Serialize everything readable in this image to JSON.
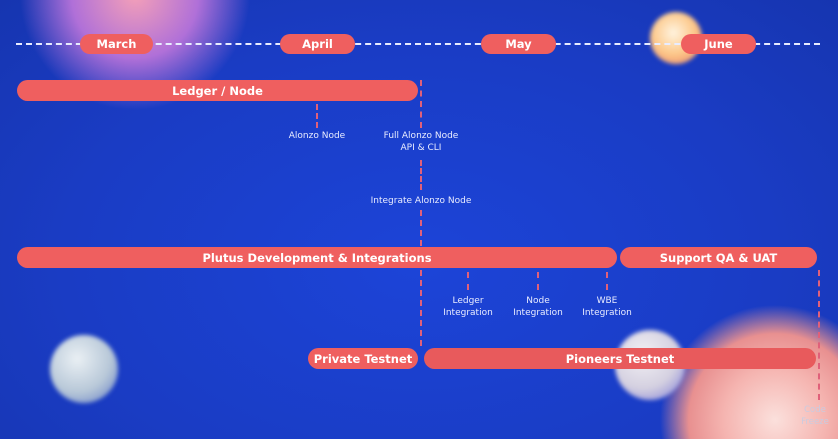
{
  "months": [
    "March",
    "April",
    "May",
    "June"
  ],
  "bars": {
    "ledger_node": "Ledger / Node",
    "plutus": "Plutus Development & Integrations",
    "support": "Support QA & UAT",
    "private_testnet": "Private Testnet",
    "pioneers_testnet": "Pioneers Testnet"
  },
  "milestones": {
    "alonzo_node": "Alonzo Node",
    "full_alonzo_1": "Full Alonzo Node",
    "full_alonzo_2": "API & CLI",
    "integrate": "Integrate Alonzo Node",
    "ledger_int_1": "Ledger",
    "ledger_int_2": "Integration",
    "node_int_1": "Node",
    "node_int_2": "Integration",
    "wbe_int_1": "WBE",
    "wbe_int_2": "Integration",
    "code_freeze_1": "Code",
    "code_freeze_2": "Freeze"
  },
  "colors": {
    "background": "#1b3fcc",
    "bar": "#ef5f5f"
  }
}
